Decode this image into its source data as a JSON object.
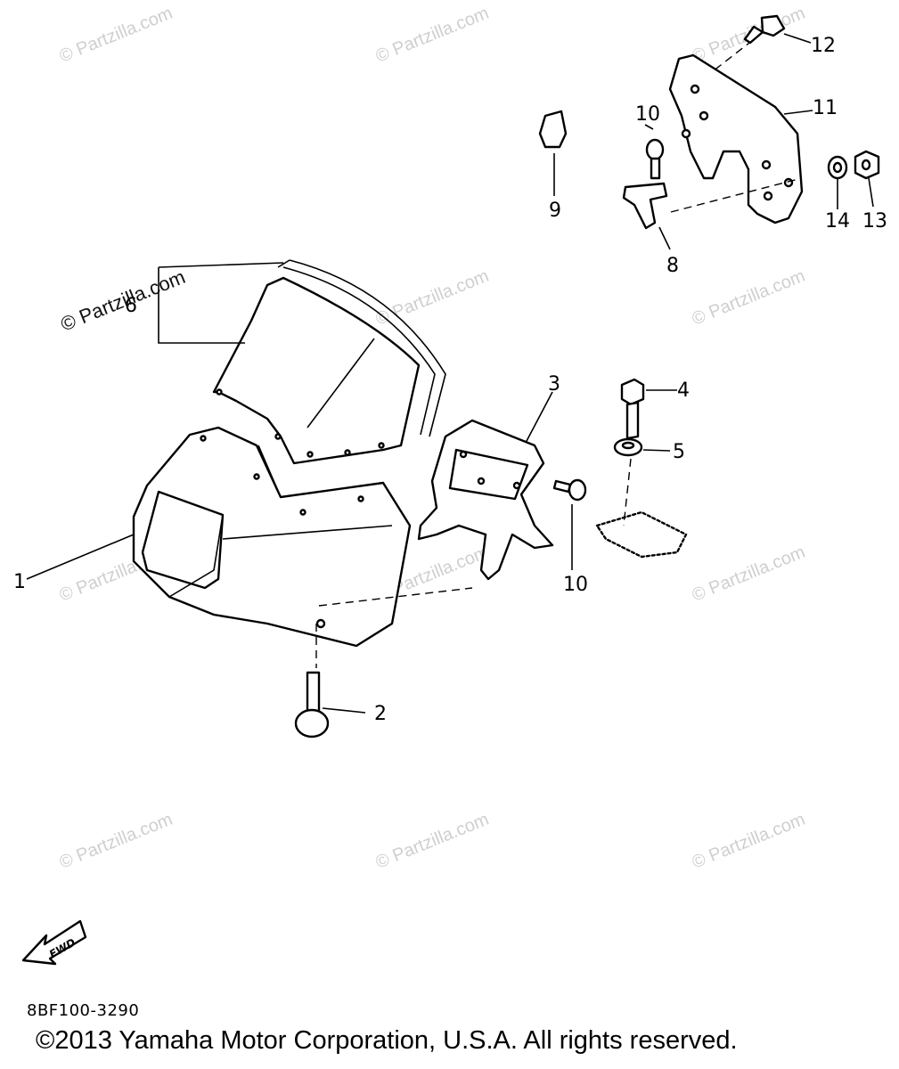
{
  "callouts": [
    {
      "id": "1",
      "text": "1"
    },
    {
      "id": "2",
      "text": "2"
    },
    {
      "id": "3",
      "text": "3"
    },
    {
      "id": "4",
      "text": "4"
    },
    {
      "id": "5",
      "text": "5"
    },
    {
      "id": "6",
      "text": "6"
    },
    {
      "id": "8",
      "text": "8"
    },
    {
      "id": "9",
      "text": "9"
    },
    {
      "id": "10a",
      "text": "10"
    },
    {
      "id": "10b",
      "text": "10"
    },
    {
      "id": "11",
      "text": "11"
    },
    {
      "id": "12",
      "text": "12"
    },
    {
      "id": "13",
      "text": "13"
    },
    {
      "id": "14",
      "text": "14"
    }
  ],
  "watermark": "© Partzilla.com",
  "fwd_label": "FWD",
  "diagram_code": "8BF100-3290",
  "copyright": "©2013  Yamaha Motor Corporation, U.S.A. All rights reserved."
}
